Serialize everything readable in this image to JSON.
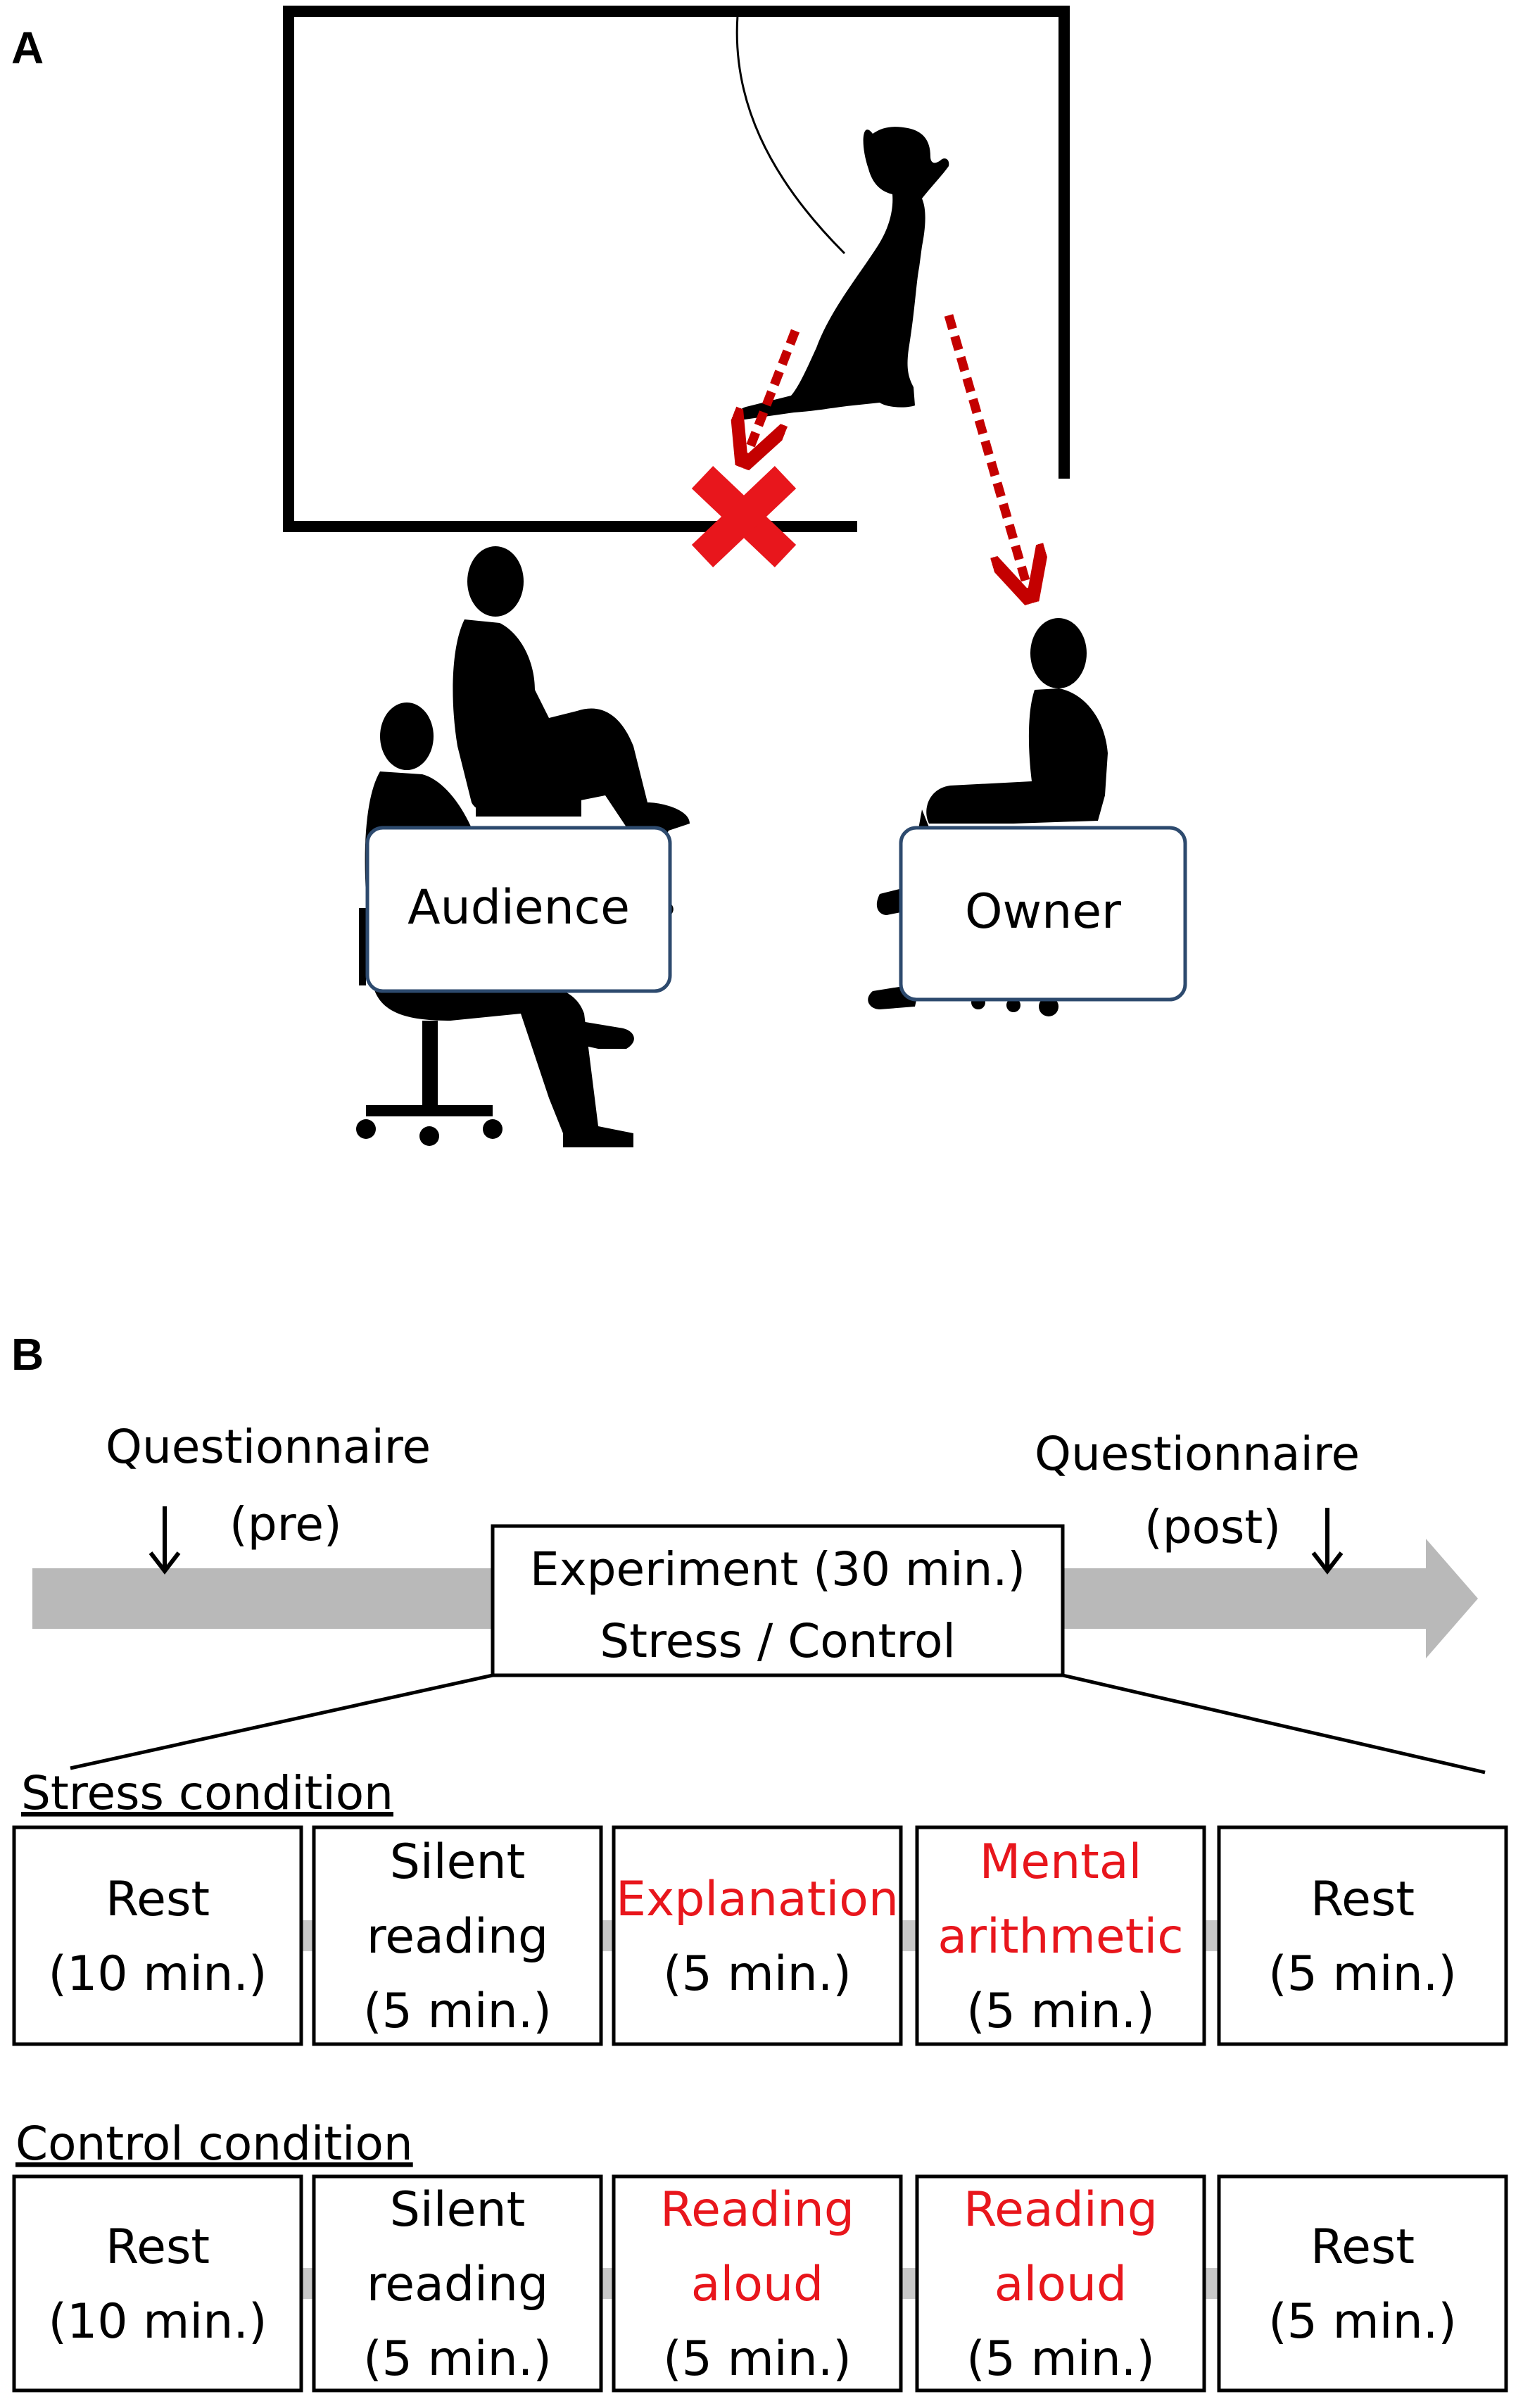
{
  "panel_a": {
    "label": "A",
    "audience_label": "Audience",
    "owner_label": "Owner"
  },
  "panel_b": {
    "label": "B",
    "timeline": {
      "pre_label_line1": "Questionnaire",
      "pre_label_line2": "(pre)",
      "post_label_line1": "Questionnaire",
      "post_label_line2": "(post)",
      "experiment_line1": "Experiment (30 min.)",
      "experiment_line2": "Stress / Control"
    },
    "stress_condition": {
      "title": "Stress condition",
      "steps": [
        {
          "lines": [
            "Rest",
            "(10 min.)"
          ],
          "highlight_lines": 0
        },
        {
          "lines": [
            "Silent",
            "reading",
            "(5 min.)"
          ],
          "highlight_lines": 0
        },
        {
          "lines": [
            "Explanation",
            "(5 min.)"
          ],
          "highlight_lines": 1
        },
        {
          "lines": [
            "Mental",
            "arithmetic",
            "(5 min.)"
          ],
          "highlight_lines": 2
        },
        {
          "lines": [
            "Rest",
            "(5 min.)"
          ],
          "highlight_lines": 0
        }
      ]
    },
    "control_condition": {
      "title": "Control condition",
      "steps": [
        {
          "lines": [
            "Rest",
            "(10 min.)"
          ],
          "highlight_lines": 0
        },
        {
          "lines": [
            "Silent",
            "reading",
            "(5 min.)"
          ],
          "highlight_lines": 0
        },
        {
          "lines": [
            "Reading",
            "aloud",
            "(5 min.)"
          ],
          "highlight_lines": 2
        },
        {
          "lines": [
            "Reading",
            "aloud",
            "(5 min.)"
          ],
          "highlight_lines": 2
        },
        {
          "lines": [
            "Rest",
            "(5 min.)"
          ],
          "highlight_lines": 0
        }
      ]
    }
  },
  "colors": {
    "silhouette": "#000000",
    "highlight_red": "#e8161c",
    "arrow_dark_red": "#c40000",
    "timeline_gray": "#b9b9b9",
    "box_border_blue": "#2d4a6e",
    "connector_gray": "#c8c8c8"
  },
  "icons": {
    "dog": "dog-silhouette",
    "audience_people": "seated-people-silhouette",
    "owner_person": "seated-person-silhouette",
    "blocked_path": "red-x-icon"
  }
}
